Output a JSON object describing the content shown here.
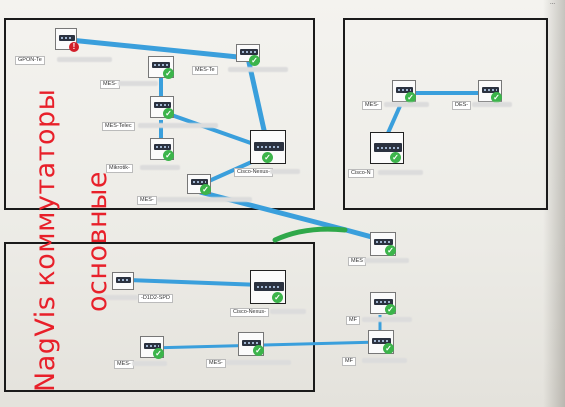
{
  "page": {
    "corner_mark": "..."
  },
  "annotation": {
    "line1": "NagVis коммутаторы",
    "line2": "основные",
    "color": "#e8202a"
  },
  "colors": {
    "link": "#3a9fdc",
    "green_link": "#2fa84a",
    "ok": "#3cb44b",
    "error": "#d21e2a"
  },
  "nodes": [
    {
      "id": "gpon",
      "label": "GPON-Te",
      "status": "error"
    },
    {
      "id": "mes-top",
      "label": "MES-Te",
      "status": "ok"
    },
    {
      "id": "mes-a",
      "label": "MES-",
      "status": "ok"
    },
    {
      "id": "mes-telecom",
      "label": "MES-Telec",
      "status": "ok"
    },
    {
      "id": "mikrotik",
      "label": "Mikrotik-",
      "status": "ok"
    },
    {
      "id": "cisco-nexus-1",
      "label": "Cisco-Nexus-",
      "status": "ok"
    },
    {
      "id": "mes-b",
      "label": "MES-",
      "status": "ok"
    },
    {
      "id": "mes-right",
      "label": "MES-",
      "status": "ok"
    },
    {
      "id": "des-right",
      "label": "DES-",
      "status": "ok"
    },
    {
      "id": "cisco-n-right",
      "label": "Cisco-N",
      "status": "ok"
    },
    {
      "id": "mes-mid",
      "label": "MES",
      "status": "ok"
    },
    {
      "id": "d1d2",
      "label": "-D1D2-SPD",
      "status": "none"
    },
    {
      "id": "cisco-nexus-2",
      "label": "Cisco-Nexus-",
      "status": "ok"
    },
    {
      "id": "mf-1",
      "label": "MF",
      "status": "ok"
    },
    {
      "id": "mes-bl",
      "label": "MES-",
      "status": "ok"
    },
    {
      "id": "mes-bc",
      "label": "MES-",
      "status": "ok"
    },
    {
      "id": "mf-2",
      "label": "MF",
      "status": "ok"
    }
  ]
}
